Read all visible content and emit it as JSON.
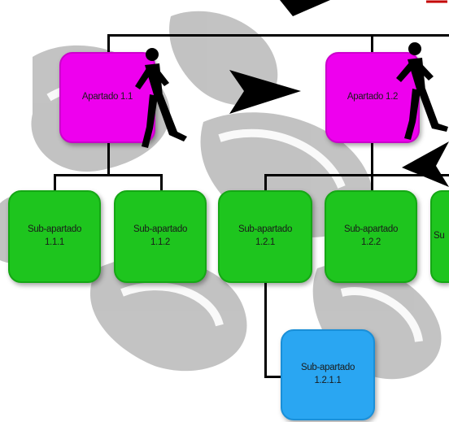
{
  "diagram": {
    "nodes": [
      {
        "id": "a11",
        "label": "Apartado 1.1",
        "color": "#ee00ee"
      },
      {
        "id": "a12",
        "label": "Apartado 1.2",
        "color": "#ee00ee"
      },
      {
        "id": "s111",
        "label": "Sub-apartado\n1.1.1",
        "color": "#1ec51e"
      },
      {
        "id": "s112",
        "label": "Sub-apartado\n1.1.2",
        "color": "#1ec51e"
      },
      {
        "id": "s121",
        "label": "Sub-apartado\n1.2.1",
        "color": "#1ec51e"
      },
      {
        "id": "s122",
        "label": "Sub-apartado\n1.2.2",
        "color": "#1ec51e"
      },
      {
        "id": "s13x",
        "label": "Su",
        "color": "#1ec51e"
      },
      {
        "id": "s1211",
        "label": "Sub-apartado\n1.2.1.1",
        "color": "#2aa6f2"
      }
    ],
    "icons": [
      "walking-person-icon",
      "arrow-pointer-icon"
    ]
  }
}
